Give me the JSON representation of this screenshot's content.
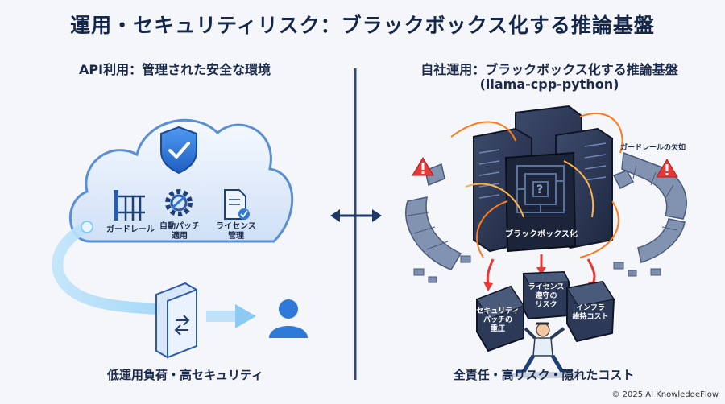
{
  "title": "運用・セキュリティリスク：ブラックボックス化する推論基盤",
  "left": {
    "heading": "API利用：管理された安全な環境",
    "features": [
      {
        "label": "ガードレール",
        "icon": "gate-icon"
      },
      {
        "label": "自動パッチ\n適用",
        "icon": "gear-icon"
      },
      {
        "label": "ライセンス\n管理",
        "icon": "document-check-icon"
      }
    ],
    "footer": "低運用負荷・高セキュリティ"
  },
  "right": {
    "heading": "自社運用：ブラックボックス化する推論基盤",
    "subheading": "(llama-cpp-python)",
    "blackbox_label": "ブラックボックス化",
    "guardrail_missing": "ガードレールの欠如",
    "burdens": [
      {
        "label": "セキュリティ\nパッチの\n重圧"
      },
      {
        "label": "ライセンス\n遵守の\nリスク"
      },
      {
        "label": "インフラ\n維持コスト"
      }
    ],
    "footer": "全責任・高リスク・隠れたコスト"
  },
  "copyright": "© 2025 AI KnowledgeFlow",
  "colors": {
    "navy": "#14274a",
    "cloud_blue": "#cfe2f7",
    "accent_blue": "#2f7ad9",
    "warning": "#e53935",
    "spark": "#ff7a1a"
  }
}
